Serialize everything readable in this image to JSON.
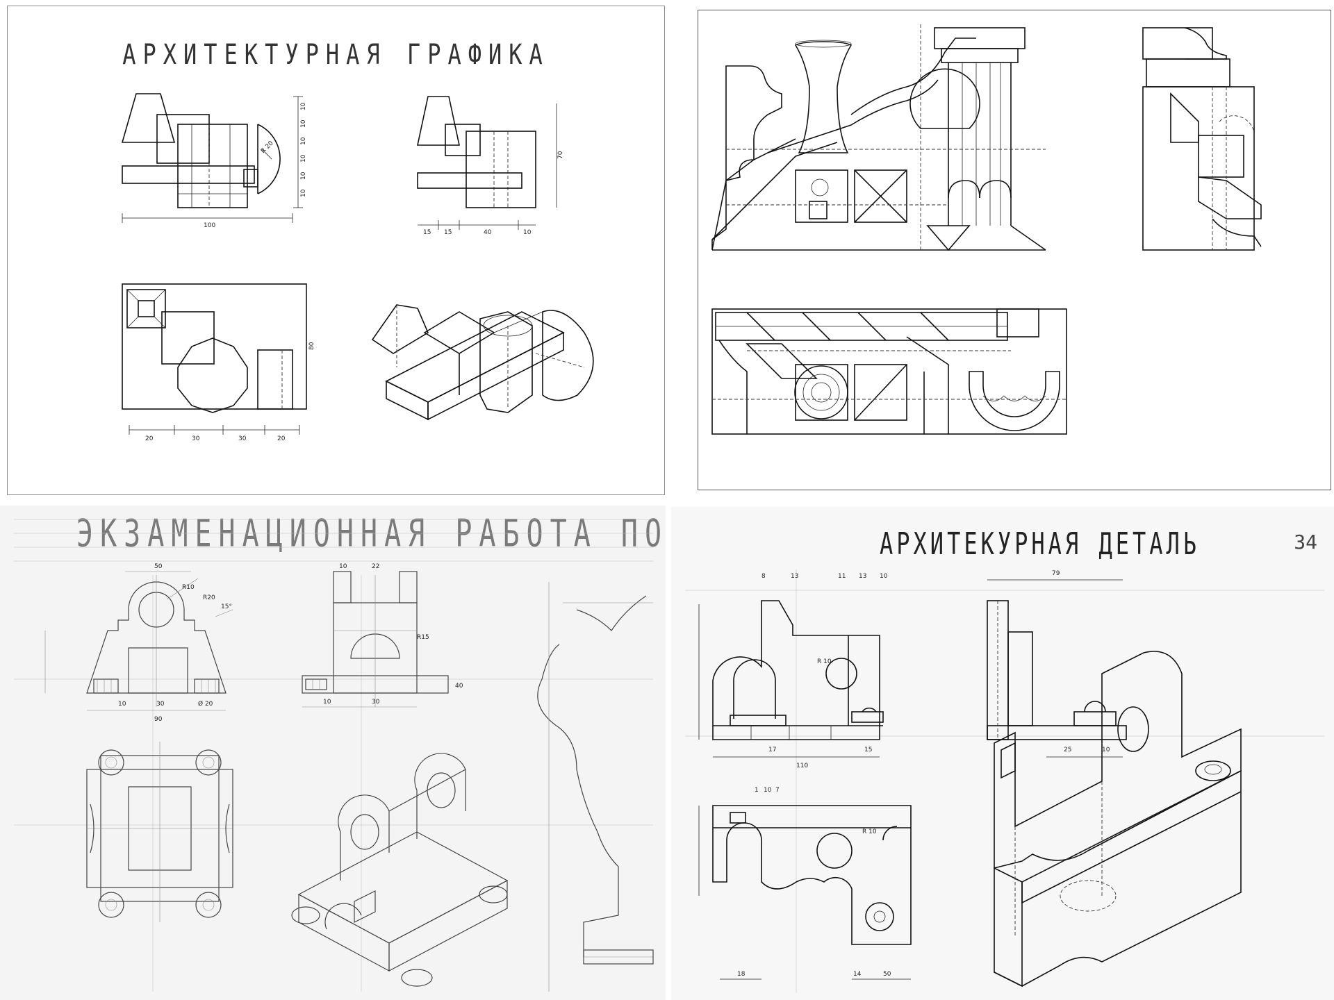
{
  "sheets": {
    "top_left": {
      "title": "АРХИТЕКТУРНАЯ ГРАФИКА",
      "dims_view1": [
        "100",
        "10",
        "10",
        "10",
        "10",
        "10",
        "10",
        "R 20"
      ],
      "dims_view2": [
        "15",
        "15",
        "40",
        "10",
        "70"
      ],
      "dims_view3": [
        "20",
        "30",
        "30",
        "20",
        "80"
      ]
    },
    "top_right": {},
    "bottom_left": {
      "title": "ЭКЗАМЕНАЦИОННАЯ РАБОТА ПО ЧЕРЧЕНИЮ",
      "dims_front": [
        "50",
        "R10",
        "R20",
        "10",
        "30",
        "90",
        "Ø 20",
        "15°"
      ],
      "dims_side": [
        "10",
        "22",
        "10",
        "30",
        "R15",
        "40"
      ]
    },
    "bottom_right": {
      "title": "АРХИТЕКУРНАЯ ДЕТАЛЬ",
      "sheet_number": "34",
      "dims_front": [
        "8",
        "13",
        "11",
        "13",
        "10",
        "R 10",
        "17",
        "110",
        "15"
      ],
      "dims_side": [
        "79",
        "25",
        "10"
      ],
      "dims_top": [
        "1",
        "10",
        "7",
        "R 10",
        "18",
        "14",
        "50"
      ]
    }
  }
}
